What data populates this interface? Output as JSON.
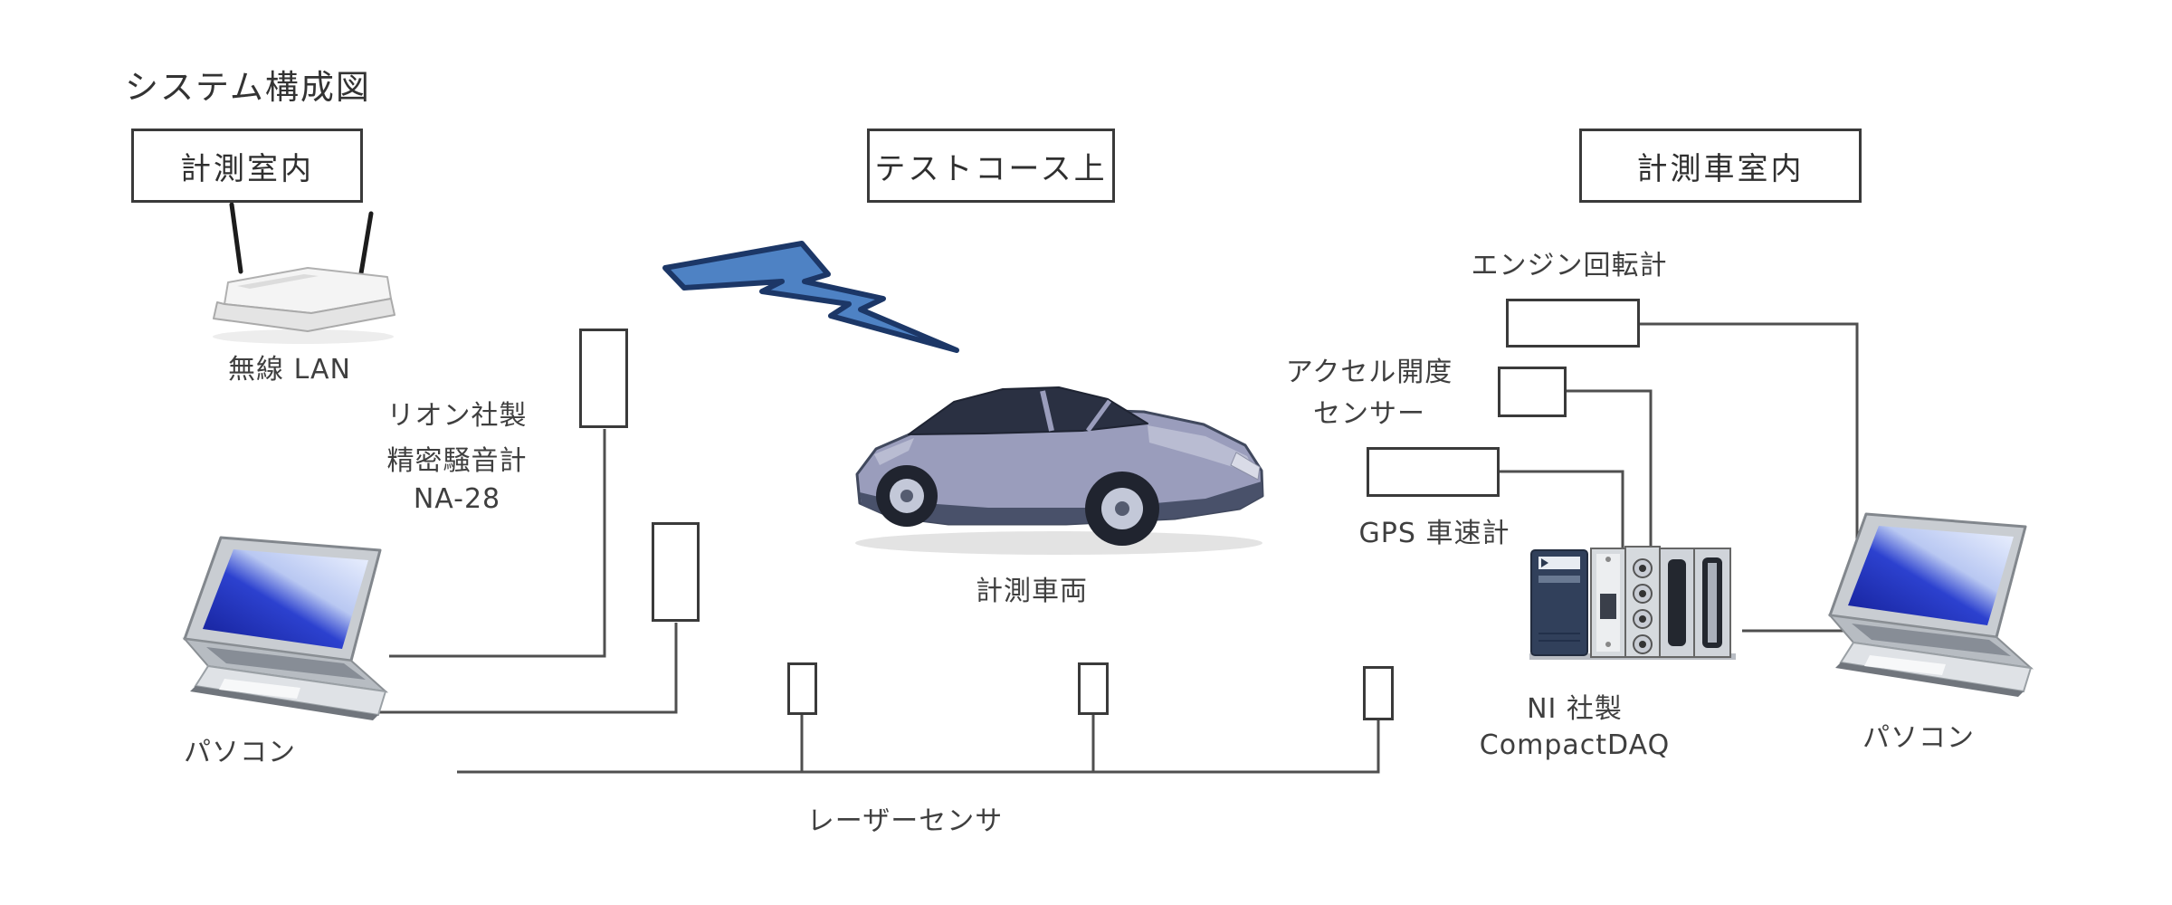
{
  "title": "システム構成図",
  "zones": {
    "measurement_room": "計測室内",
    "test_course": "テストコース上",
    "vehicle_cabin": "計測車室内"
  },
  "room": {
    "wireless_lan": "無線 LAN",
    "sound_meter_maker": "リオン社製",
    "sound_meter_name": "精密騒音計",
    "sound_meter_model": "NA-28",
    "pc": "パソコン"
  },
  "course": {
    "vehicle": "計測車両",
    "laser_sensor": "レーザーセンサ"
  },
  "cabin": {
    "engine_tachometer": "エンジン回転計",
    "accel_sensor_line1": "アクセル開度",
    "accel_sensor_line2": "センサー",
    "gps_speedometer": "GPS 車速計",
    "daq_maker": "NI 社製",
    "daq_name": "CompactDAQ",
    "pc": "パソコン"
  },
  "colors": {
    "connector_line": "#4f4f4f",
    "box_border": "#3a3a3a",
    "lightning_fill": "#4e82c4",
    "lightning_outline": "#1c3767",
    "laptop_screen_blue": "#2433c8",
    "car_body": "#9a9dbc",
    "car_lower": "#49516a",
    "daq_chassis": "#31405b"
  }
}
